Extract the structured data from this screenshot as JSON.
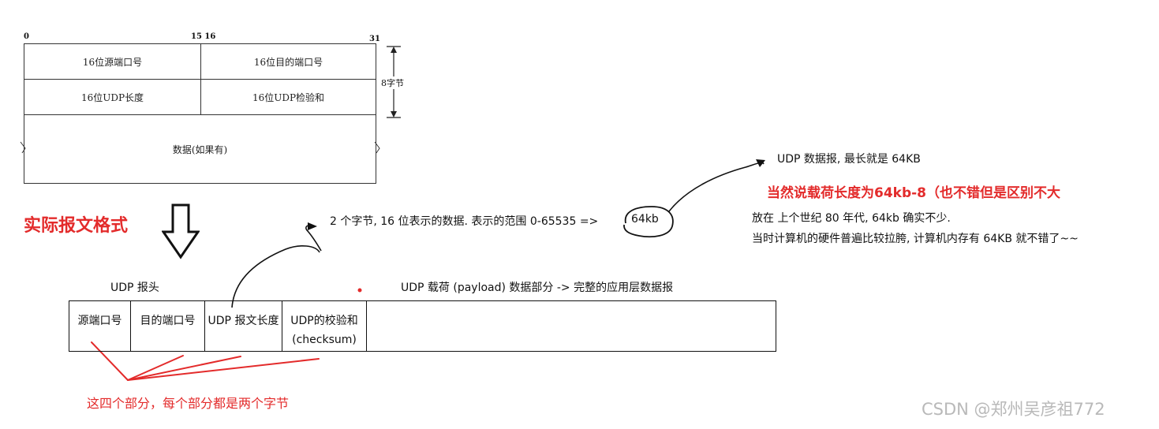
{
  "header_diagram": {
    "bit_labels": {
      "start": "0",
      "mid": "15 16",
      "end": "31"
    },
    "row1": {
      "left": "16位源端口号",
      "right": "16位目的端口号"
    },
    "row2": {
      "left": "16位UDP长度",
      "right": "16位UDP检验和"
    },
    "data": "数据(如果有)",
    "header_size": "8字节"
  },
  "actual_format_title": "实际报文格式",
  "annotation_range": "2 个字节, 16 位表示的数据. 表示的范围 0-65535 => ",
  "annotation_64kb": "64kb",
  "max_datagram": "UDP 数据报, 最长就是 64KB",
  "payload_note": "当然说载荷长度为64kb-8（也不错但是区别不大",
  "era_note_1": "放在 上个世纪 80 年代, 64kb 确实不少.",
  "era_note_2": "当时计算机的硬件普遍比较拉胯, 计算机内存有 64KB 就不错了~~",
  "udp_header_label": "UDP 报头",
  "udp_payload_label": "UDP 载荷 (payload) 数据部分 -> 完整的应用层数据报",
  "segments": {
    "src_port": "源端口号",
    "dst_port": "目的端口号",
    "length": "UDP 报文长度",
    "checksum_1": "UDP的校验和",
    "checksum_2": "(checksum)"
  },
  "bottom_note": "这四个部分，每个部分都是两个字节",
  "watermark": "CSDN @郑州吴彦祖772",
  "colors": {
    "accent_red": "#e32b2b",
    "ink": "#111111"
  }
}
